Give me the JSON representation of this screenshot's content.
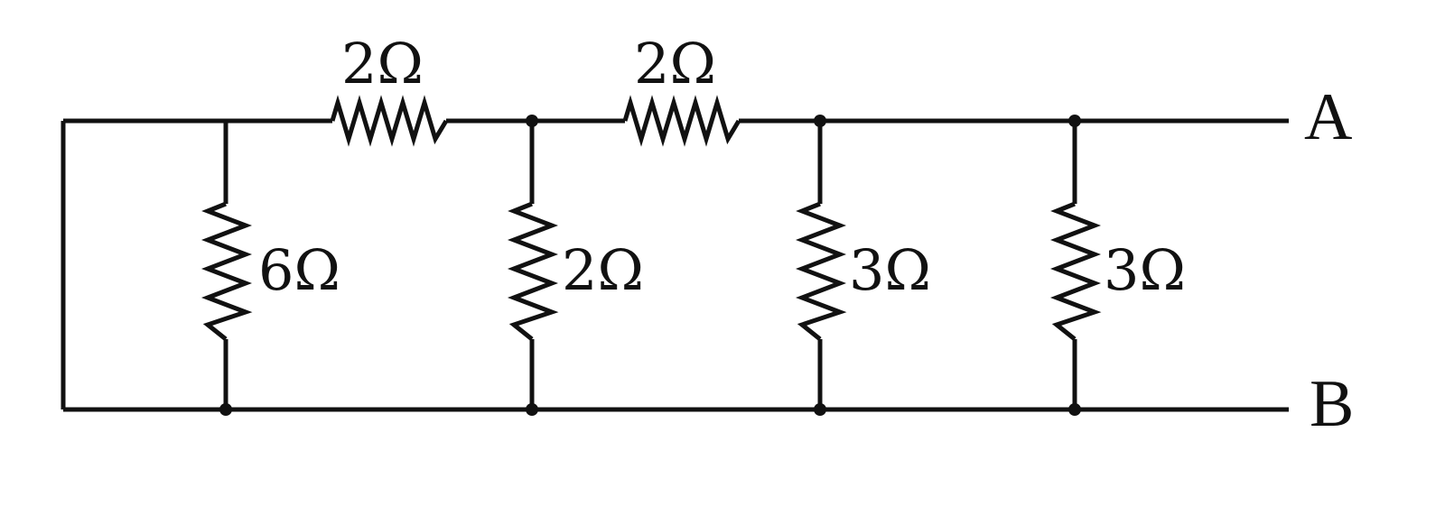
{
  "colors": {
    "line": "#111111",
    "background": "#ffffff"
  },
  "terminals": {
    "top": "A",
    "bottom": "B"
  },
  "resistors": {
    "series_1": {
      "value": "2Ω",
      "orientation": "horizontal"
    },
    "series_2": {
      "value": "2Ω",
      "orientation": "horizontal"
    },
    "shunt_1": {
      "value": "6Ω",
      "orientation": "vertical"
    },
    "shunt_2": {
      "value": "2Ω",
      "orientation": "vertical"
    },
    "shunt_3": {
      "value": "3Ω",
      "orientation": "vertical"
    },
    "shunt_4": {
      "value": "3Ω",
      "orientation": "vertical"
    }
  }
}
